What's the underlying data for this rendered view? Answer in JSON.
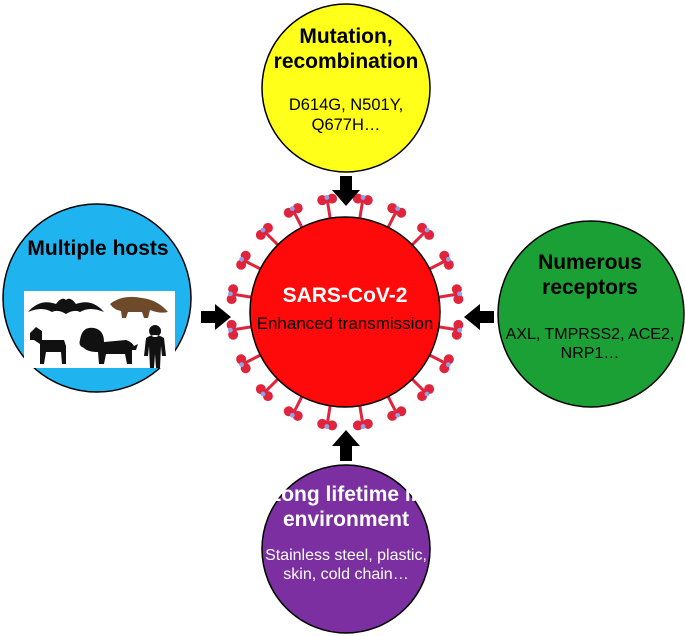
{
  "center": {
    "title": "SARS-CoV-2",
    "subtitle": "Enhanced transmission",
    "fill": "#ff0a0a",
    "spike_color": "#e0243c"
  },
  "nodes": {
    "top": {
      "title": "Mutation, recombination",
      "body": "D614G, N501Y, Q677H…",
      "fill": "#ffff1a"
    },
    "left": {
      "title": "Multiple hosts",
      "fill": "#1fb3f0",
      "icons": [
        "bat-icon",
        "pangolin-icon",
        "dog-icon",
        "lion-icon",
        "human-icon"
      ]
    },
    "right": {
      "title": "Numerous receptors",
      "body": "AXL, TMPRSS2, ACE2, NRP1…",
      "fill": "#1aa035"
    },
    "bottom": {
      "title": "Long lifetime in environment",
      "body": "Stainless steel, plastic, skin, cold chain…",
      "fill": "#7b2fa0"
    }
  },
  "arrows": {
    "color": "#000000"
  }
}
